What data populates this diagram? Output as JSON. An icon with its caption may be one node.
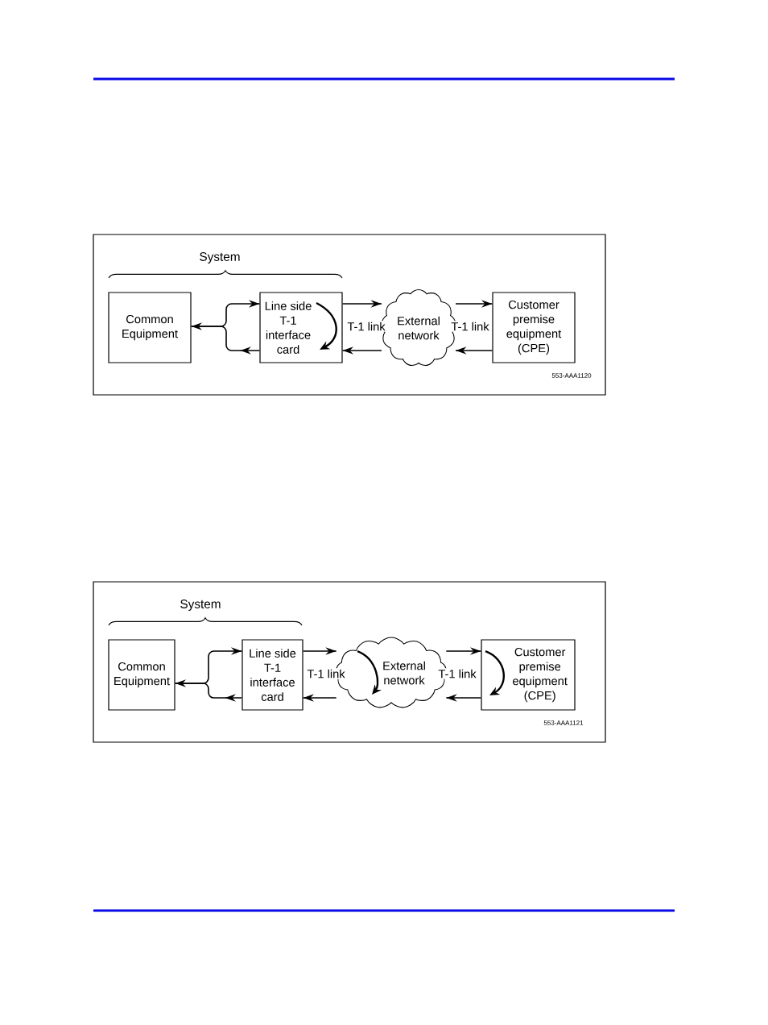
{
  "diagram": {
    "nodes": [
      {
        "text": [
          "Common Equipment"
        ]
      },
      {
        "text": [
          "Line side T-1 interface card"
        ]
      },
      {
        "text": [
          "External network"
        ]
      },
      {
        "text": [
          "Customer premise equipment (CPE)"
        ]
      },
      {
        "text": [
          "Common Equipment"
        ]
      },
      {
        "text": [
          "Line side T-1 interface card"
        ]
      },
      {
        "text": [
          "External network"
        ]
      },
      {
        "text": [
          "Customer premise equipment (CPE)"
        ]
      }
    ],
    "edges": [
      {
        "from": 0,
        "to": 1,
        "arrow": "to"
      },
      {
        "from": 1,
        "to": 0,
        "arrow": "to"
      },
      {
        "from": 1,
        "to": 2,
        "arrow": "to",
        "label": "T-1 link"
      },
      {
        "from": 2,
        "to": 1,
        "arrow": "to"
      },
      {
        "from": 2,
        "to": 3,
        "arrow": "to",
        "label": "T-1 link"
      },
      {
        "from": 3,
        "to": 2,
        "arrow": "to"
      },
      {
        "from": 4,
        "to": 5,
        "arrow": "to"
      },
      {
        "from": 5,
        "to": 4,
        "arrow": "to"
      },
      {
        "from": 5,
        "to": 6,
        "arrow": "to",
        "label": "T-1 link"
      },
      {
        "from": 6,
        "to": 5,
        "arrow": "to"
      },
      {
        "from": 6,
        "to": 7,
        "arrow": "to",
        "label": "T-1 link"
      },
      {
        "from": 7,
        "to": 6,
        "arrow": "to"
      }
    ],
    "labels": [
      "System",
      "553-AAA1120",
      "System",
      "553-AAA1121"
    ]
  }
}
